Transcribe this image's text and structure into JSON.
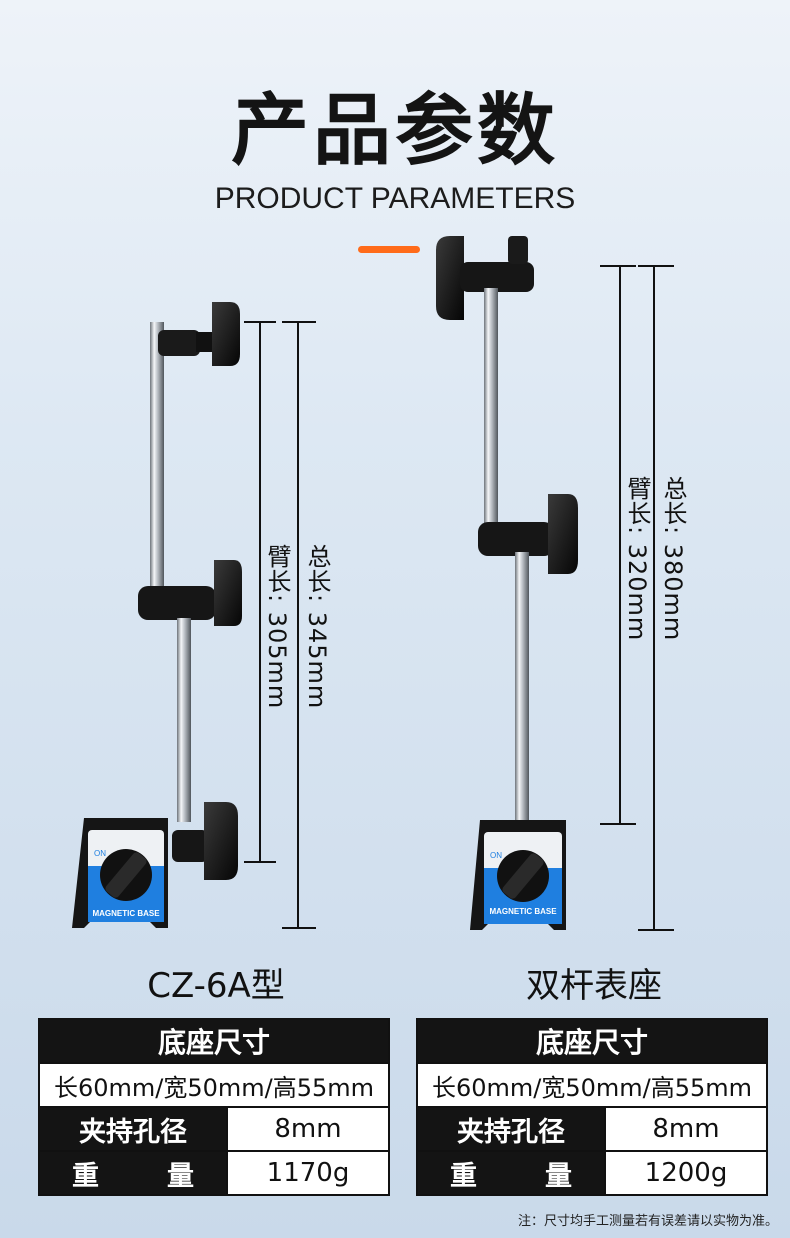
{
  "header": {
    "title_cn": "产品参数",
    "title_en": "PRODUCT PARAMETERS"
  },
  "products": [
    {
      "model": "CZ-6A型",
      "base_label": "MAGNETIC BASE",
      "switch_label": "ON",
      "total_length_label": "总长: 345mm",
      "arm_length_label": "臂长: 305mm",
      "table": {
        "header": "底座尺寸",
        "base_size": "长60mm/宽50mm/高55mm",
        "hole_label": "夹持孔径",
        "hole_value": "8mm",
        "weight_label_a": "重",
        "weight_label_b": "量",
        "weight_value": "1170g"
      }
    },
    {
      "model": "双杆表座",
      "base_label": "MAGNETIC BASE",
      "switch_label": "ON",
      "total_length_label": "总长: 380mm",
      "arm_length_label": "臂长: 320mm",
      "table": {
        "header": "底座尺寸",
        "base_size": "长60mm/宽50mm/高55mm",
        "hole_label": "夹持孔径",
        "hole_value": "8mm",
        "weight_label_a": "重",
        "weight_label_b": "量",
        "weight_value": "1200g"
      }
    }
  ],
  "footnote": "注：尺寸均手工测量若有误差请以实物为准。",
  "colors": {
    "accent": "#ff6b1a",
    "base_blue": "#1f7fe0",
    "table_dark": "#141414"
  }
}
